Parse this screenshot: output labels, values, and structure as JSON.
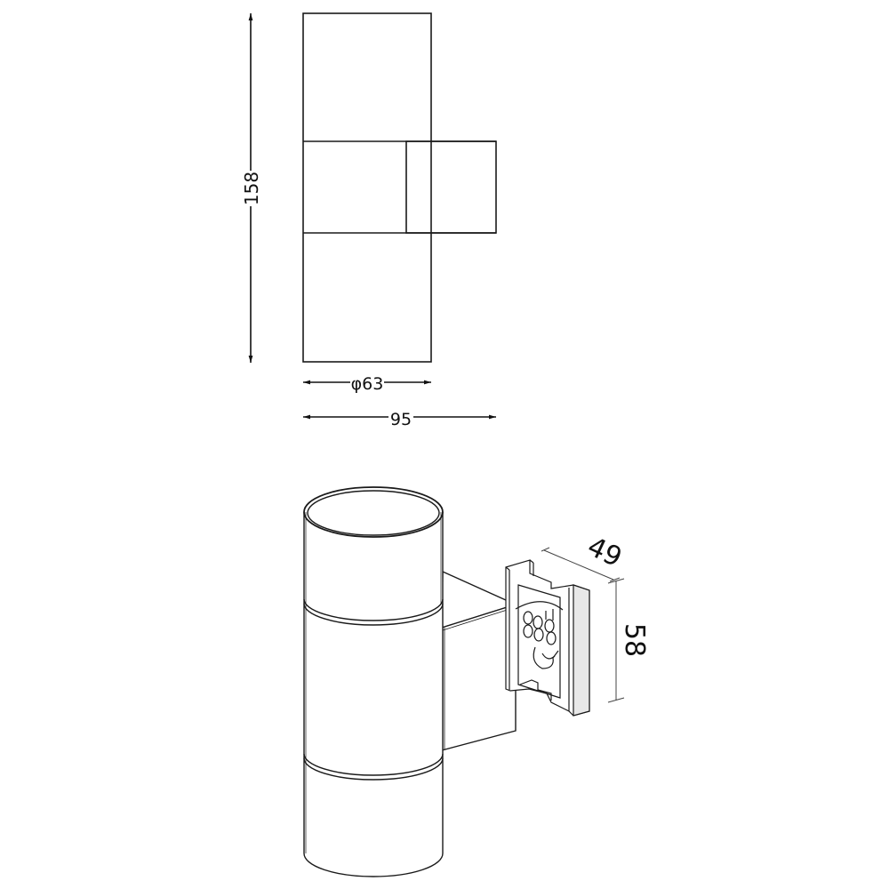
{
  "drawing": {
    "front_view": {
      "height_dim": "158",
      "diameter_dim": "φ63",
      "width_dim": "95"
    },
    "iso_view": {
      "mount_depth_dim": "49",
      "mount_height_dim": "58"
    },
    "colors": {
      "line": "#1a1a1a",
      "background": "#ffffff"
    }
  }
}
